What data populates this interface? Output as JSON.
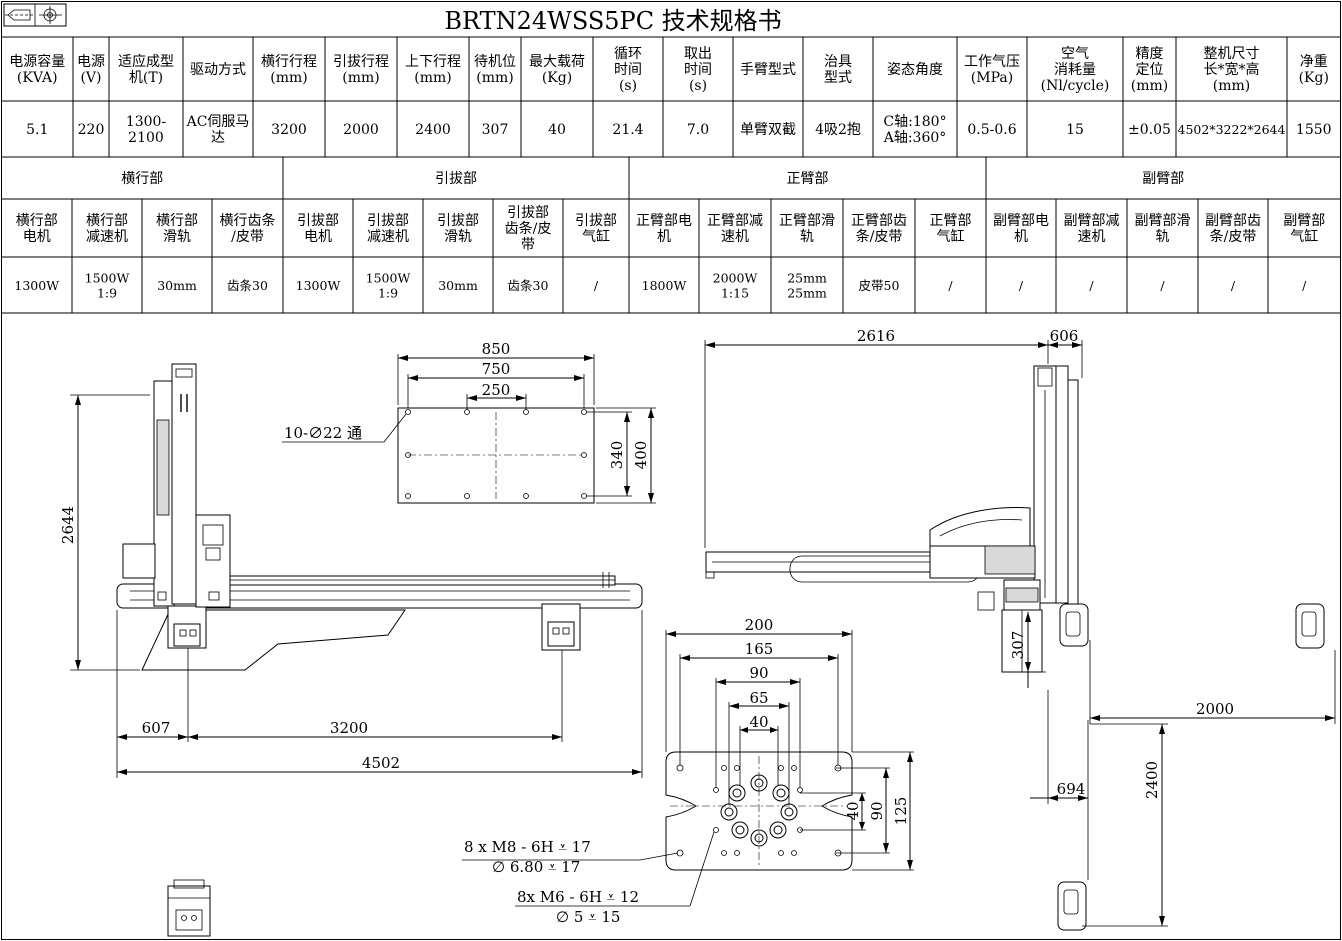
{
  "title": "BRTN24WSS5PC 技术规格书",
  "spec_table": {
    "row1_headers": [
      [
        "电源容量",
        "(KVA)"
      ],
      [
        "电源",
        "(V)"
      ],
      [
        "适应成型",
        "机(T)"
      ],
      [
        "驱动方式"
      ],
      [
        "横行行程",
        "(mm)"
      ],
      [
        "引拔行程",
        "(mm)"
      ],
      [
        "上下行程",
        "(mm)"
      ],
      [
        "待机位",
        "(mm)"
      ],
      [
        "最大载荷",
        "(Kg)"
      ],
      [
        "循环",
        "时间",
        "(s)"
      ],
      [
        "取出",
        "时间",
        "(s)"
      ],
      [
        "手臂型式"
      ],
      [
        "治具",
        "型式"
      ],
      [
        "姿态角度"
      ],
      [
        "工作气压",
        "(MPa)"
      ],
      [
        "空气",
        "消耗量",
        "(Nl/cycle)"
      ],
      [
        "精度",
        "定位",
        "(mm)"
      ],
      [
        "整机尺寸",
        "长*宽*高",
        "(mm)"
      ],
      [
        "净重",
        "(Kg)"
      ]
    ],
    "row1_values": [
      [
        "5.1"
      ],
      [
        "220"
      ],
      [
        "1300-",
        "2100"
      ],
      [
        "AC伺服马",
        "达"
      ],
      [
        "3200"
      ],
      [
        "2000"
      ],
      [
        "2400"
      ],
      [
        "307"
      ],
      [
        "40"
      ],
      [
        "21.4"
      ],
      [
        "7.0"
      ],
      [
        "单臂双截"
      ],
      [
        "4吸2抱"
      ],
      [
        "C轴:180°",
        "A轴:360°"
      ],
      [
        "0.5-0.6"
      ],
      [
        "15"
      ],
      [
        "±0.05"
      ],
      [
        "4502*3222*2644"
      ],
      [
        "1550"
      ]
    ],
    "groups": [
      "横行部",
      "引拔部",
      "正臂部",
      "副臂部"
    ],
    "row2_headers": [
      [
        "横行部",
        "电机"
      ],
      [
        "横行部",
        "减速机"
      ],
      [
        "横行部",
        "滑轨"
      ],
      [
        "横行齿条",
        "/皮带"
      ],
      [
        "引拔部",
        "电机"
      ],
      [
        "引拔部",
        "减速机"
      ],
      [
        "引拔部",
        "滑轨"
      ],
      [
        "引拔部",
        "齿条/皮",
        "带"
      ],
      [
        "引拔部",
        "气缸"
      ],
      [
        "正臂部电",
        "机"
      ],
      [
        "正臂部减",
        "速机"
      ],
      [
        "正臂部滑",
        "轨"
      ],
      [
        "正臂部齿",
        "条/皮带"
      ],
      [
        "正臂部",
        "气缸"
      ],
      [
        "副臂部电",
        "机"
      ],
      [
        "副臂部减",
        "速机"
      ],
      [
        "副臂部滑",
        "轨"
      ],
      [
        "副臂部齿",
        "条/皮带"
      ],
      [
        "副臂部",
        "气缸"
      ]
    ],
    "row2_values": [
      [
        "1300W"
      ],
      [
        "1500W",
        "1:9"
      ],
      [
        "30mm"
      ],
      [
        "齿条30"
      ],
      [
        "1300W"
      ],
      [
        "1500W",
        "1:9"
      ],
      [
        "30mm"
      ],
      [
        "齿条30"
      ],
      [
        "/"
      ],
      [
        "1800W"
      ],
      [
        "2000W",
        "1:15"
      ],
      [
        "25mm",
        "25mm"
      ],
      [
        "皮带50"
      ],
      [
        "/"
      ],
      [
        "/"
      ],
      [
        "/"
      ],
      [
        "/"
      ],
      [
        "/"
      ],
      [
        "/"
      ]
    ]
  },
  "dimensions": {
    "front_height": "2644",
    "front_607": "607",
    "front_3200": "3200",
    "front_4502": "4502",
    "plate_850": "850",
    "plate_750": "750",
    "plate_250": "250",
    "plate_340": "340",
    "plate_400": "400",
    "plate_holes": "10-∅22 通",
    "side_2616": "2616",
    "side_606": "606",
    "side_307": "307",
    "side_2000": "2000",
    "side_694": "694",
    "side_2400": "2400",
    "flange_200": "200",
    "flange_165": "165",
    "flange_90": "90",
    "flange_65": "65",
    "flange_40": "40",
    "flange_v40": "40",
    "flange_v90": "90",
    "flange_v125": "125",
    "note1_line1": "8 x  M8 - 6H ⩡ 17",
    "note1_line2": "∅ 6.80 ⩡ 17",
    "note2_line1": "8x  M6 - 6H ⩡ 12",
    "note2_line2": "∅ 5 ⩡ 15"
  }
}
